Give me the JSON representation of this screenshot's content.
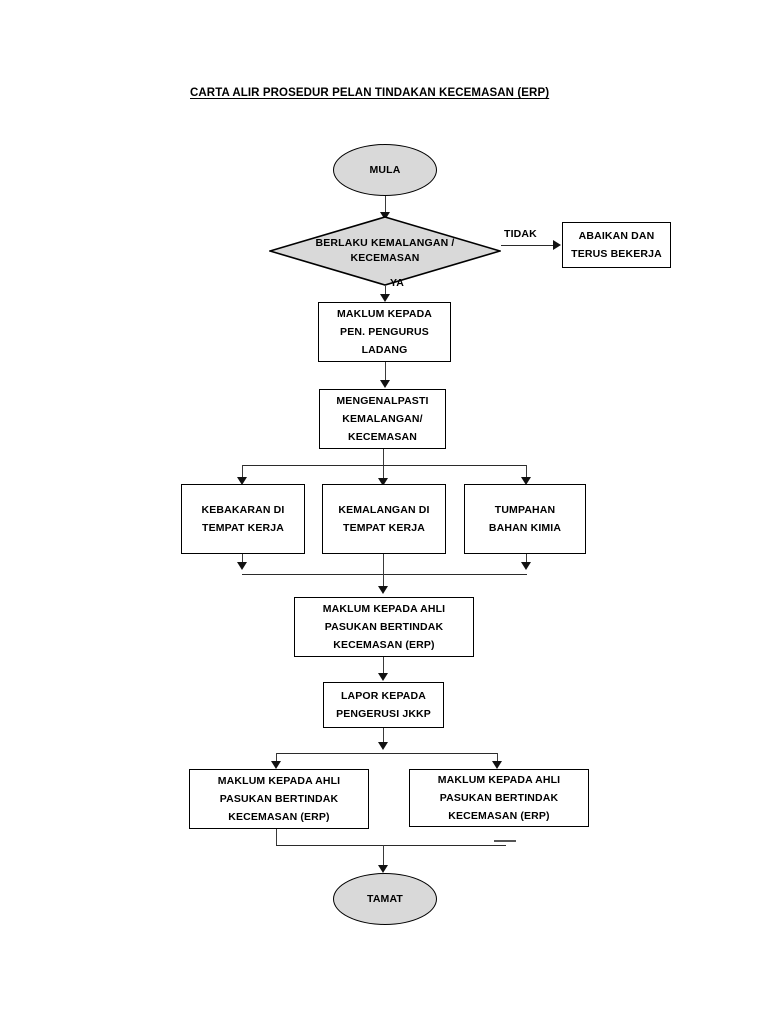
{
  "document": {
    "title": "CARTA ALIR PROSEDUR PELAN TINDAKAN KECEMASAN (ERP)"
  },
  "colors": {
    "terminator_fill": "#d9d9d9",
    "decision_fill": "#d9d9d9",
    "process_fill": "#ffffff",
    "stroke": "#000000",
    "connector": "#2b2b2b",
    "page_background": "#ffffff"
  },
  "chart_data": {
    "type": "flowchart",
    "title": "CARTA ALIR PROSEDUR PELAN TINDAKAN KECEMASAN (ERP)",
    "orientation": "top-to-bottom",
    "nodes": [
      {
        "id": "start",
        "shape": "terminator",
        "label": "MULA"
      },
      {
        "id": "decision",
        "shape": "decision",
        "label_line1": "BERLAKU KEMALANGAN /",
        "label_line2": "KECEMASAN"
      },
      {
        "id": "ignore",
        "shape": "process",
        "label_line1": "ABAIKAN DAN",
        "label_line2": "TERUS BEKERJA"
      },
      {
        "id": "inform_mgr",
        "shape": "process",
        "label_line1": "MAKLUM KEPADA",
        "label_line2": "PEN. PENGURUS",
        "label_line3": "LADANG"
      },
      {
        "id": "identify",
        "shape": "process",
        "label_line1": "MENGENALPASTI",
        "label_line2": "KEMALANGAN/",
        "label_line3": "KECEMASAN"
      },
      {
        "id": "fire",
        "shape": "process",
        "label_line1": "KEBAKARAN DI",
        "label_line2": "TEMPAT KERJA"
      },
      {
        "id": "accident",
        "shape": "process",
        "label_line1": "KEMALANGAN DI",
        "label_line2": "TEMPAT KERJA"
      },
      {
        "id": "spill",
        "shape": "process",
        "label_line1": "TUMPAHAN",
        "label_line2": "BAHAN KIMIA"
      },
      {
        "id": "inform_erp",
        "shape": "process",
        "label_line1": "MAKLUM KEPADA AHLI",
        "label_line2": "PASUKAN BERTINDAK",
        "label_line3": "KECEMASAN (ERP)"
      },
      {
        "id": "report",
        "shape": "process",
        "label_line1": "LAPOR KEPADA",
        "label_line2": "PENGERUSI JKKP"
      },
      {
        "id": "erp_left",
        "shape": "process",
        "label_line1": "MAKLUM KEPADA AHLI",
        "label_line2": "PASUKAN BERTINDAK",
        "label_line3": "KECEMASAN (ERP)"
      },
      {
        "id": "erp_right",
        "shape": "process",
        "label_line1": "MAKLUM KEPADA AHLI",
        "label_line2": "PASUKAN BERTINDAK",
        "label_line3": "KECEMASAN (ERP)"
      },
      {
        "id": "end",
        "shape": "terminator",
        "label": "TAMAT"
      }
    ],
    "edges": [
      {
        "from": "start",
        "to": "decision",
        "label": ""
      },
      {
        "from": "decision",
        "to": "ignore",
        "label": "TIDAK"
      },
      {
        "from": "decision",
        "to": "inform_mgr",
        "label": "YA"
      },
      {
        "from": "inform_mgr",
        "to": "identify",
        "label": ""
      },
      {
        "from": "identify",
        "to": "fire",
        "label": ""
      },
      {
        "from": "identify",
        "to": "accident",
        "label": ""
      },
      {
        "from": "identify",
        "to": "spill",
        "label": ""
      },
      {
        "from": "fire",
        "to": "inform_erp",
        "label": ""
      },
      {
        "from": "accident",
        "to": "inform_erp",
        "label": ""
      },
      {
        "from": "spill",
        "to": "inform_erp",
        "label": ""
      },
      {
        "from": "inform_erp",
        "to": "report",
        "label": ""
      },
      {
        "from": "report",
        "to": "erp_left",
        "label": ""
      },
      {
        "from": "report",
        "to": "erp_right",
        "label": ""
      },
      {
        "from": "erp_left",
        "to": "end",
        "label": ""
      }
    ]
  },
  "labels": {
    "start": "MULA",
    "end": "TAMAT",
    "decision_l1": "BERLAKU KEMALANGAN /",
    "decision_l2": "KECEMASAN",
    "branch_no": "TIDAK",
    "branch_yes": "YA",
    "ignore_l1": "ABAIKAN DAN",
    "ignore_l2": "TERUS BEKERJA",
    "inform_mgr_l1": "MAKLUM KEPADA",
    "inform_mgr_l2": "PEN. PENGURUS",
    "inform_mgr_l3": "LADANG",
    "identify_l1": "MENGENALPASTI",
    "identify_l2": "KEMALANGAN/",
    "identify_l3": "KECEMASAN",
    "fire_l1": "KEBAKARAN DI",
    "fire_l2": "TEMPAT KERJA",
    "accident_l1": "KEMALANGAN DI",
    "accident_l2": "TEMPAT KERJA",
    "spill_l1": "TUMPAHAN",
    "spill_l2": "BAHAN KIMIA",
    "inform_erp_l1": "MAKLUM KEPADA AHLI",
    "inform_erp_l2": "PASUKAN BERTINDAK",
    "inform_erp_l3": "KECEMASAN (ERP)",
    "report_l1": "LAPOR KEPADA",
    "report_l2": "PENGERUSI JKKP",
    "erp_left_l1": "MAKLUM KEPADA AHLI",
    "erp_left_l2": "PASUKAN BERTINDAK",
    "erp_left_l3": "KECEMASAN (ERP)",
    "erp_right_l1": "MAKLUM KEPADA AHLI",
    "erp_right_l2": "PASUKAN BERTINDAK",
    "erp_right_l3": "KECEMASAN (ERP)"
  }
}
